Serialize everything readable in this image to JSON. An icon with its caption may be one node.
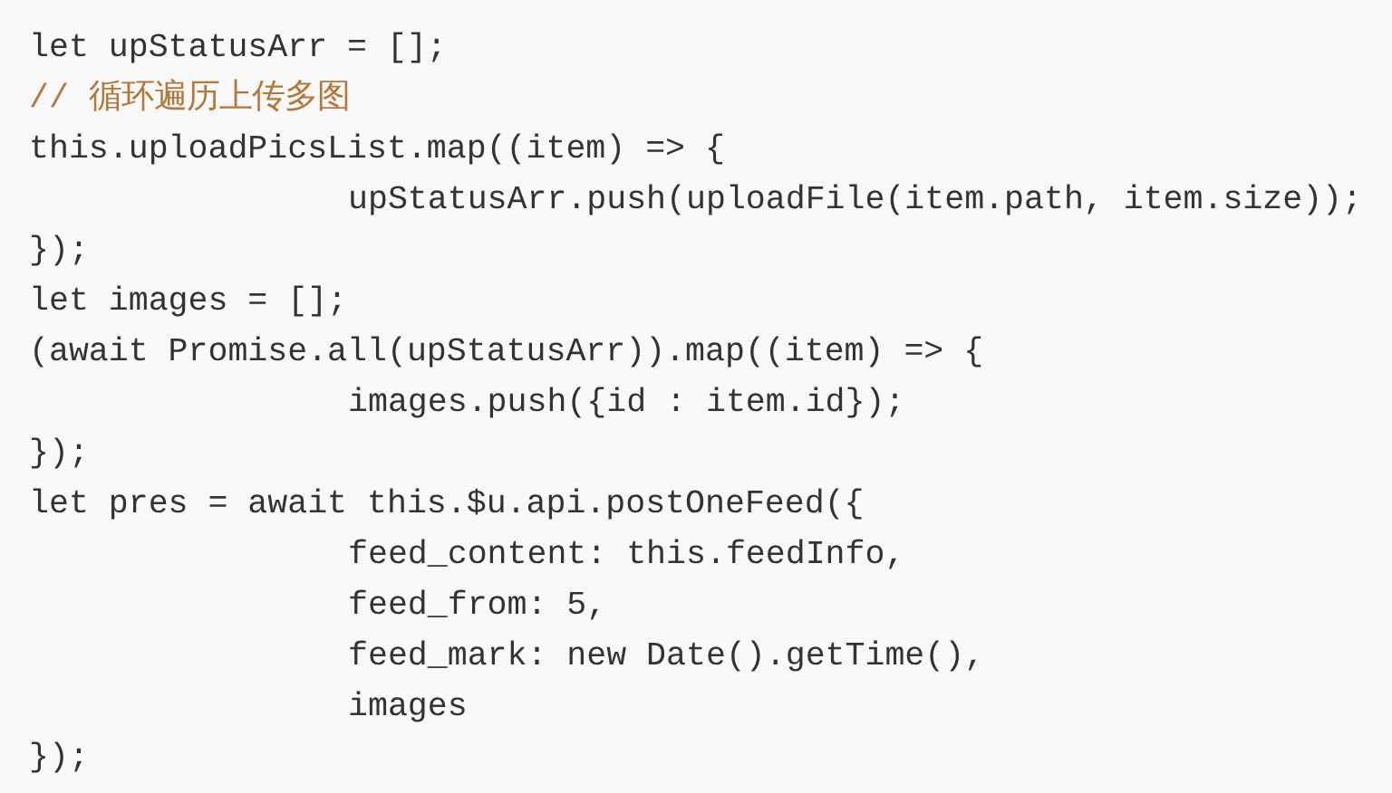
{
  "diagram": {
    "labels": [
      "let upStatusArr = [];",
      "// 循环遍历上传多图",
      "this.uploadPicsList.map((item) => {",
      "upStatusArr.push(uploadFile(item.path, item.size));",
      "});",
      "let images = [];",
      "(await Promise.all(upStatusArr)).map((item) => {",
      "images.push({id : item.id});",
      "});",
      "let pres = await this.$u.api.postOneFeed({",
      "feed_content: this.feedInfo,",
      "feed_from: 5,",
      "feed_mark: new Date().getTime(),",
      "images",
      "});"
    ]
  }
}
